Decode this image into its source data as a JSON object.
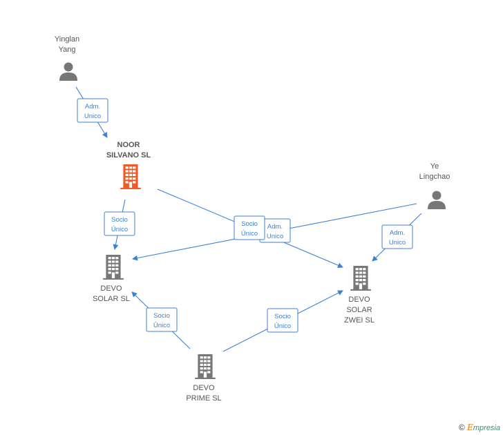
{
  "nodes": {
    "yinglan": {
      "label_lines": [
        "Yinglan",
        "Yang"
      ],
      "kind": "person"
    },
    "noor": {
      "label_lines": [
        "NOOR",
        "SILVANO  SL"
      ],
      "kind": "company-highlight"
    },
    "ye": {
      "label_lines": [
        "Ye",
        "Lingchao"
      ],
      "kind": "person"
    },
    "devo_solar": {
      "label_lines": [
        "DEVO",
        "SOLAR  SL"
      ],
      "kind": "company"
    },
    "devo_zwei": {
      "label_lines": [
        "DEVO",
        "SOLAR",
        "ZWEI  SL"
      ],
      "kind": "company"
    },
    "devo_prime": {
      "label_lines": [
        "DEVO",
        "PRIME  SL"
      ],
      "kind": "company"
    }
  },
  "edges": {
    "e1": {
      "label_lines": [
        "Adm.",
        "Unico"
      ]
    },
    "e2": {
      "label_lines": [
        "Socio",
        "Único"
      ]
    },
    "e3": {
      "label_lines": [
        "Socio",
        "Único"
      ]
    },
    "e4": {
      "label_lines": [
        "Adm.",
        "Unico"
      ]
    },
    "e5": {
      "label_lines": [
        "Adm.",
        "Unico"
      ]
    },
    "e6": {
      "label_lines": [
        "Socio",
        "Único"
      ]
    },
    "e7": {
      "label_lines": [
        "Socio",
        "Único"
      ]
    }
  },
  "colors": {
    "edge": "#3c82d2",
    "person": "#777777",
    "company": "#777777",
    "highlight": "#f05a28"
  },
  "icons": {
    "person": "person-icon",
    "company": "building-icon"
  },
  "footer": {
    "copyright": "©",
    "brand_initial": "E",
    "brand_rest": "mpresia"
  }
}
